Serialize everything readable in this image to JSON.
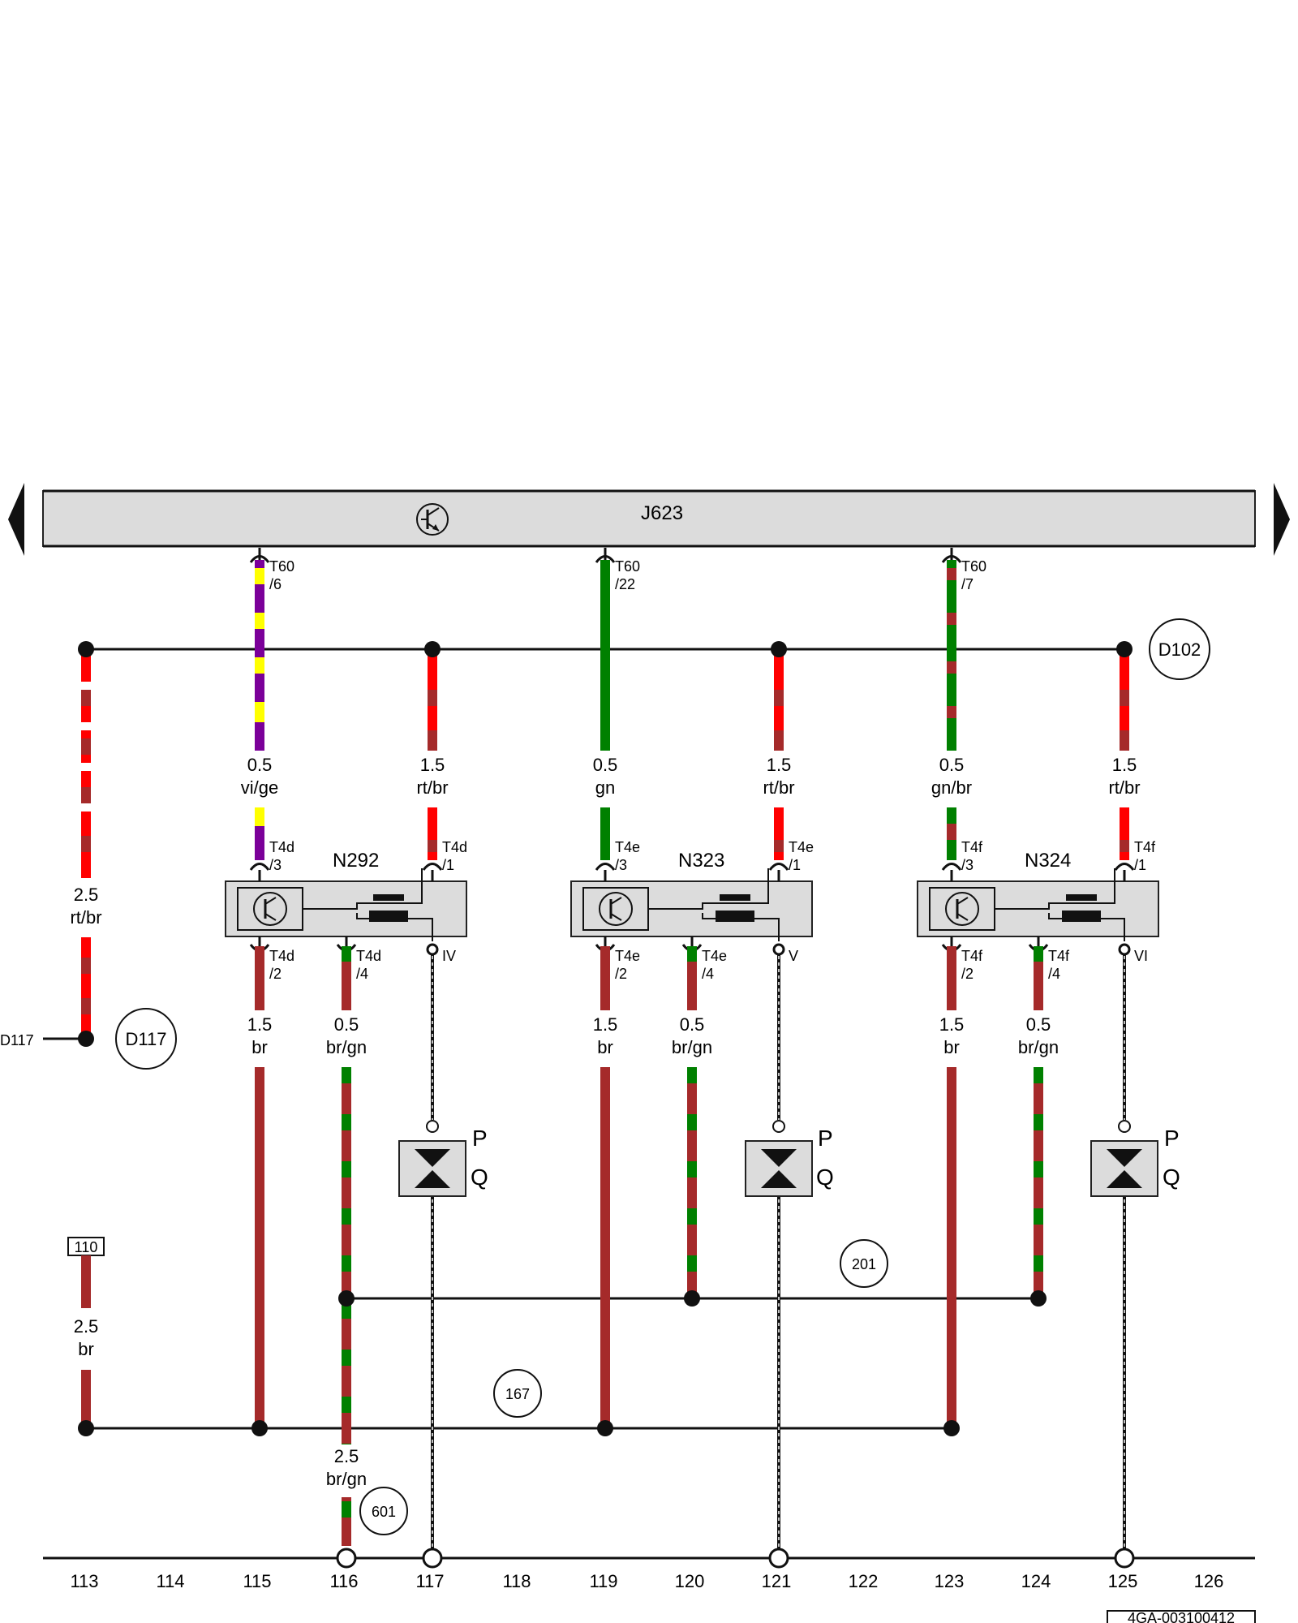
{
  "control_unit": {
    "name": "J623"
  },
  "components": [
    {
      "name": "N292",
      "in_pin_top": "T4d/3",
      "in_pin_top_a": "T4d",
      "in_pin_top_b": "/3",
      "pwr_pin_a": "T4d",
      "pwr_pin_b": "/1",
      "gnd_pin_a": "T4d",
      "gnd_pin_b": "/2",
      "out_pin_a": "T4d",
      "out_pin_b": "/4",
      "coil_term": "IV"
    },
    {
      "name": "N323",
      "in_pin_top_a": "T4e",
      "in_pin_top_b": "/3",
      "pwr_pin_a": "T4e",
      "pwr_pin_b": "/1",
      "gnd_pin_a": "T4e",
      "gnd_pin_b": "/2",
      "out_pin_a": "T4e",
      "out_pin_b": "/4",
      "coil_term": "V"
    },
    {
      "name": "N324",
      "in_pin_top_a": "T4f",
      "in_pin_top_b": "/3",
      "pwr_pin_a": "T4f",
      "pwr_pin_b": "/1",
      "gnd_pin_a": "T4f",
      "gnd_pin_b": "/2",
      "out_pin_a": "T4f",
      "out_pin_b": "/4",
      "coil_term": "VI"
    }
  ],
  "ecu_pins": [
    {
      "a": "T60",
      "b": "/6"
    },
    {
      "a": "T60",
      "b": "/22"
    },
    {
      "a": "T60",
      "b": "/7"
    }
  ],
  "wires_top": [
    {
      "size": "0.5",
      "color": "vi/ge"
    },
    {
      "size": "1.5",
      "color": "rt/br"
    },
    {
      "size": "0.5",
      "color": "gn"
    },
    {
      "size": "1.5",
      "color": "rt/br"
    },
    {
      "size": "0.5",
      "color": "gn/br"
    },
    {
      "size": "1.5",
      "color": "rt/br"
    }
  ],
  "wires_bottom": [
    {
      "size": "1.5",
      "color": "br"
    },
    {
      "size": "0.5",
      "color": "br/gn"
    },
    {
      "size": "1.5",
      "color": "br"
    },
    {
      "size": "0.5",
      "color": "br/gn"
    },
    {
      "size": "1.5",
      "color": "br"
    },
    {
      "size": "0.5",
      "color": "br/gn"
    }
  ],
  "wire_feed": {
    "size": "2.5",
    "color": "rt/br"
  },
  "wire_ground": {
    "size": "2.5",
    "color": "br"
  },
  "wire_main": {
    "size": "2.5",
    "color": "br/gn"
  },
  "connections": {
    "d102": "D102",
    "d117": "D117",
    "d117_ref": "D117",
    "c201": "201",
    "c167": "167",
    "c601": "601",
    "ref110": "110"
  },
  "pq": {
    "p": "P",
    "q": "Q"
  },
  "grid_numbers": [
    "113",
    "114",
    "115",
    "116",
    "117",
    "118",
    "119",
    "120",
    "121",
    "122",
    "123",
    "124",
    "125",
    "126"
  ],
  "footer_code": "4GA-003100412",
  "colors": {
    "rt": "#ff0000",
    "br": "#a52a2a",
    "gn": "#008000",
    "vi": "#7b0099",
    "ge": "#ffff00",
    "box_fill": "#dcdcdc"
  }
}
